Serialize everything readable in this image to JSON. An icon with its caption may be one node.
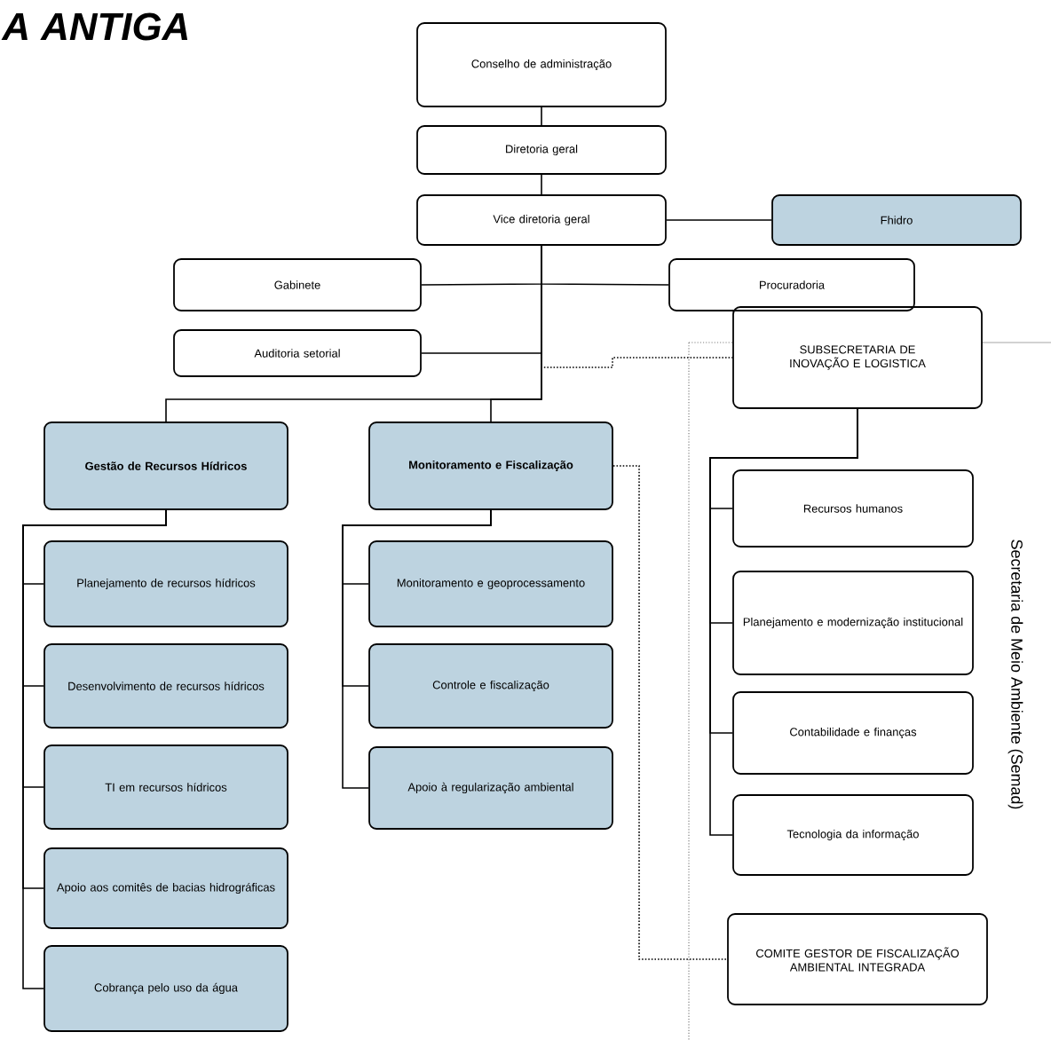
{
  "diagram": {
    "title": "A ANTIGA",
    "nodes": [
      {
        "text": [
          "Conselho de administração"
        ]
      },
      {
        "text": [
          "Diretoria geral"
        ]
      },
      {
        "text": [
          "Vice diretoria geral"
        ]
      },
      {
        "text": [
          "Fhidro"
        ]
      },
      {
        "text": [
          "Gabinete"
        ]
      },
      {
        "text": [
          "Procuradoria"
        ]
      },
      {
        "text": [
          "Auditoria setorial"
        ]
      },
      {
        "text": [
          "SUBSECRETARIA DE INOVAÇÃO E LOGISTICA"
        ]
      },
      {
        "text": [
          "Gestão de Recursos Hídricos"
        ]
      },
      {
        "text": [
          "Monitoramento e Fiscalização"
        ]
      },
      {
        "text": [
          "Planejamento de recursos hídricos"
        ]
      },
      {
        "text": [
          "Desenvolvimento de recursos hídricos"
        ]
      },
      {
        "text": [
          "TI em recursos hídricos"
        ]
      },
      {
        "text": [
          "Apoio aos comitês de bacias hidrográficas"
        ]
      },
      {
        "text": [
          "Cobrança pelo uso da água"
        ]
      },
      {
        "text": [
          "Monitoramento e geoprocessamento"
        ]
      },
      {
        "text": [
          "Controle e fiscalização"
        ]
      },
      {
        "text": [
          "Apoio à regularização ambiental"
        ]
      },
      {
        "text": [
          "Recursos humanos"
        ]
      },
      {
        "text": [
          "Planejamento e modernização institucional"
        ]
      },
      {
        "text": [
          "Contabilidade e finanças"
        ]
      },
      {
        "text": [
          "Tecnologia da informação"
        ]
      },
      {
        "text": [
          "COMITE GESTOR DE FISCALIZAÇÃO AMBIENTAL INTEGRADA"
        ]
      }
    ],
    "edges": [
      {
        "from": 0,
        "to": 1,
        "arrow": "none"
      },
      {
        "from": 1,
        "to": 2,
        "arrow": "none"
      },
      {
        "from": 2,
        "to": 3,
        "arrow": "none"
      },
      {
        "from": 2,
        "to": 4,
        "arrow": "none"
      },
      {
        "from": 2,
        "to": 5,
        "arrow": "none"
      },
      {
        "from": 2,
        "to": 6,
        "arrow": "none"
      },
      {
        "from": 2,
        "to": 8,
        "arrow": "none"
      },
      {
        "from": 2,
        "to": 9,
        "arrow": "none"
      },
      {
        "from": 2,
        "to": 7,
        "arrow": "none",
        "style": "dashed"
      },
      {
        "from": 8,
        "to": 10,
        "arrow": "none"
      },
      {
        "from": 8,
        "to": 11,
        "arrow": "none"
      },
      {
        "from": 8,
        "to": 12,
        "arrow": "none"
      },
      {
        "from": 8,
        "to": 13,
        "arrow": "none"
      },
      {
        "from": 8,
        "to": 14,
        "arrow": "none"
      },
      {
        "from": 9,
        "to": 15,
        "arrow": "none"
      },
      {
        "from": 9,
        "to": 16,
        "arrow": "none"
      },
      {
        "from": 9,
        "to": 17,
        "arrow": "none"
      },
      {
        "from": 7,
        "to": 18,
        "arrow": "none"
      },
      {
        "from": 7,
        "to": 19,
        "arrow": "none"
      },
      {
        "from": 7,
        "to": 20,
        "arrow": "none"
      },
      {
        "from": 7,
        "to": 21,
        "arrow": "none"
      },
      {
        "from": 9,
        "to": 22,
        "arrow": "none",
        "style": "dashed"
      }
    ],
    "labels": [
      "Secretaria de Meio Ambiente (Semad)"
    ]
  }
}
